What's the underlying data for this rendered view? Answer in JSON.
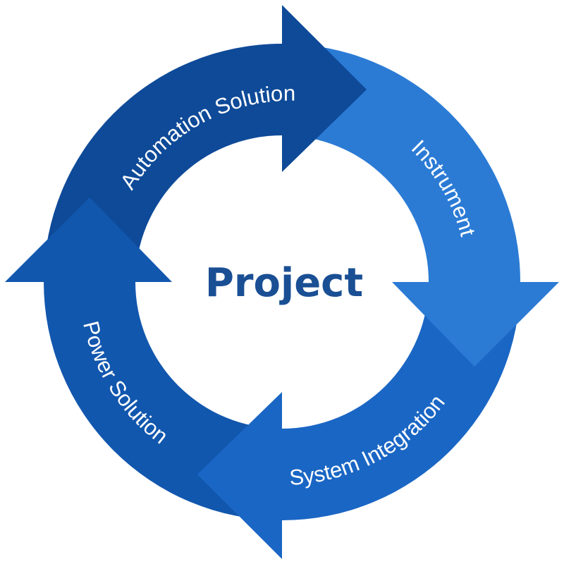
{
  "center_label": "Project",
  "segments": [
    {
      "label": "Automation Solution",
      "color": "#0e4a98"
    },
    {
      "label": "Instrument",
      "color": "#2b7bd5"
    },
    {
      "label": "System Integration",
      "color": "#1a66c4"
    },
    {
      "label": "Power Solution",
      "color": "#1257ae"
    }
  ]
}
